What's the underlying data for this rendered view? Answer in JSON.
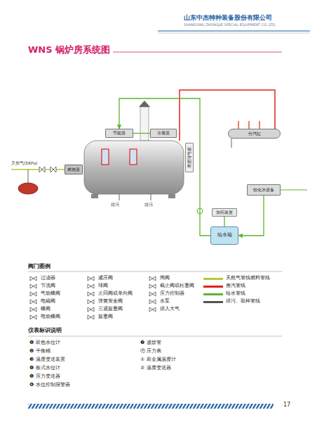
{
  "diagram": {
    "title": "WNS 锅炉房系统图",
    "nodes": [
      {
        "text": [
          "节能器"
        ]
      },
      {
        "text": [
          "冷凝器"
        ]
      },
      {
        "text": [
          "燃烧器"
        ]
      },
      {
        "text": [
          "锅炉控制柜"
        ]
      },
      {
        "text": [
          "分汽缸"
        ]
      },
      {
        "text": [
          "软化水设备"
        ]
      },
      {
        "text": [
          "加药装置"
        ]
      },
      {
        "text": [
          "给水箱"
        ]
      }
    ],
    "edges": [
      {
        "from": 7,
        "to": 0,
        "arrow": "to"
      },
      {
        "from": 5,
        "to": 7,
        "arrow": "to"
      },
      {
        "from": 6,
        "to": 7,
        "arrow": "none"
      },
      {
        "from": 1,
        "to": 0,
        "arrow": "none"
      }
    ],
    "labels": [
      "山东中杰特种装备股份有限公司",
      "SHANDONG ZHONGJIE SPECIAL EQUIPMENT CO.,LTD.",
      "天然气(5KPa)",
      "排污",
      "排污",
      "阀门图例",
      "过滤器",
      "节流阀",
      "气动蝶阀",
      "电磁阀",
      "蝶阀",
      "电动蝶阀",
      "减压阀",
      "球阀",
      "止回阀或单向阀",
      "弹簧安全阀",
      "三通旋塞阀",
      "旋塞阀",
      "闸阀",
      "截止阀或柱塞阀",
      "压力控制器",
      "水泵",
      "排入大气",
      "仪表标识说明",
      "❶ 双色水位计",
      "❷ 平衡桶",
      "❸ 温度变送装置",
      "❹ 板式水位计",
      "❺ 压力变送器",
      "❻ 水位控制报警器",
      "❼ 波纹管",
      "Ⓟ 压力表",
      "① 双金属温度计",
      "② 温度变送器",
      "17"
    ],
    "legend": [
      {
        "text": "天然气管线燃料管线",
        "color": "#b9c92e"
      },
      {
        "text": "蒸汽管线",
        "color": "#e2231a"
      },
      {
        "text": "给水管线",
        "color": "#5cb531"
      },
      {
        "text": "排污、取样管线",
        "color": "#555555"
      }
    ]
  }
}
